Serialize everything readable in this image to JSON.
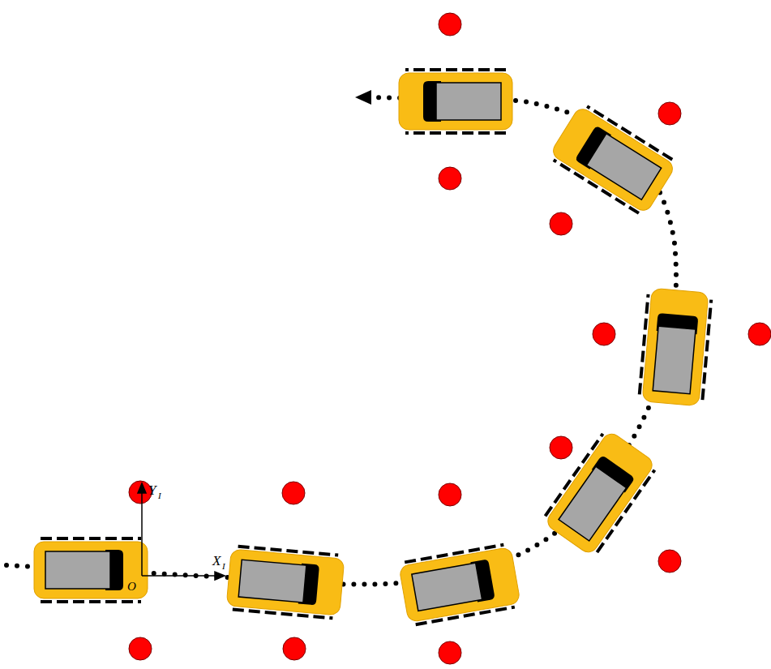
{
  "diagram": {
    "labels": [
      "Y",
      "I",
      "X",
      "I",
      "O"
    ]
  }
}
